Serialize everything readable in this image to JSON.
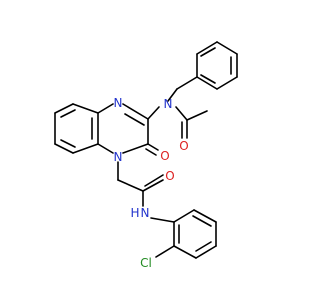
{
  "colors": {
    "background": "#ffffff",
    "bond": "#000000",
    "nitrogen": "#2233cc",
    "oxygen": "#dd2222",
    "chlorine": "#228b22"
  },
  "atoms": {
    "n_ring_top": "N",
    "n_amide": "N",
    "o_acetyl": "O",
    "o_ring": "O",
    "n_ring_bottom": "N",
    "o_amide": "O",
    "nh_amide": "N",
    "nh_h": "H",
    "cl": "Cl"
  }
}
